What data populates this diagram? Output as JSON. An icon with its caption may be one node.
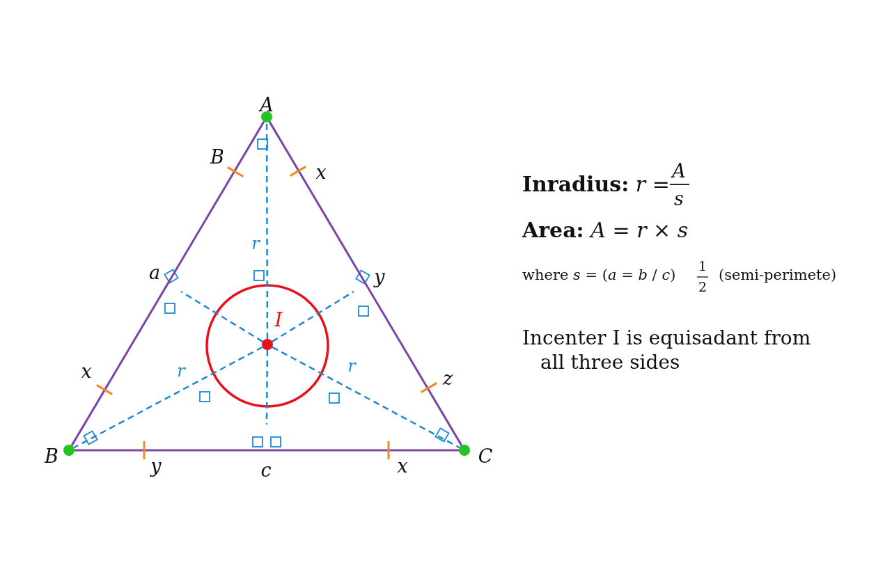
{
  "diagram": {
    "nodes": [
      {
        "text": [],
        "shape": "circle"
      },
      {
        "text": [],
        "shape": "circle"
      },
      {
        "text": [],
        "shape": "circle"
      },
      {
        "text": [],
        "shape": "circle"
      }
    ],
    "edges": [
      {
        "from": 0,
        "to": 2,
        "arrow": "none",
        "color": "#7b44a8"
      },
      {
        "from": 2,
        "to": 3,
        "arrow": "none",
        "color": "#7b44a8"
      },
      {
        "from": 3,
        "to": 0,
        "arrow": "none",
        "color": "#7b44a8"
      },
      {
        "from": 1,
        "to": 0,
        "arrow": "none",
        "style": "dashed"
      },
      {
        "from": 1,
        "to": null,
        "arrow": "none",
        "style": "dashed"
      },
      {
        "from": 1,
        "to": null,
        "arrow": "none",
        "style": "dashed"
      },
      {
        "from": 1,
        "to": null,
        "arrow": "none",
        "style": "dashed"
      },
      {
        "from": 1,
        "to": 2,
        "arrow": "none",
        "style": "dashed"
      },
      {
        "from": 1,
        "to": 3,
        "arrow": "none",
        "style": "dashed"
      }
    ],
    "labels": [
      "A",
      "B",
      "x",
      "r",
      "a",
      "y",
      "I",
      "x",
      "r",
      "r",
      "z",
      "B",
      "y",
      "c",
      "x",
      "C",
      "**Inradius:** *r* =",
      "A",
      "s",
      "**Area:** *A* = *r* × *s*",
      "where *s* = (*a* = *b* / *c*)",
      "1",
      "2",
      "(semi-perimete)",
      "Incenter I is equisadant from all three sides"
    ]
  }
}
